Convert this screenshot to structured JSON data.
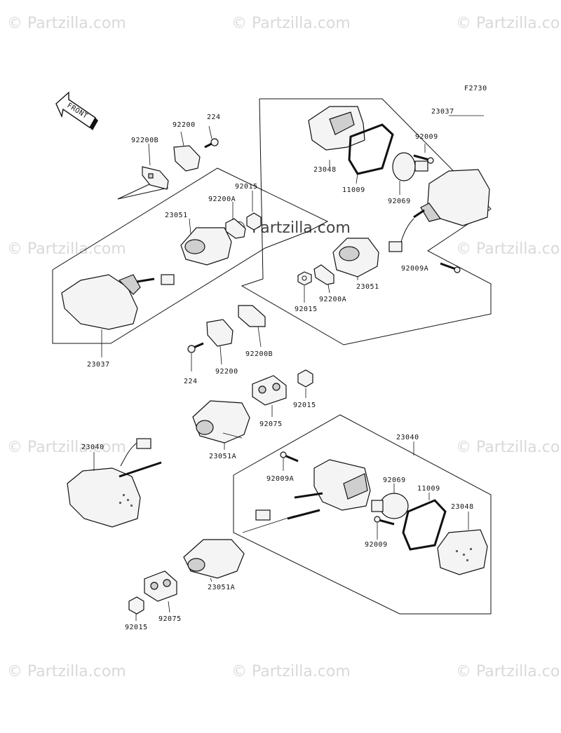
{
  "diagram_code": "F2730",
  "front_label": "FRONT",
  "watermark": "© Partzilla.com",
  "labels": {
    "a23037_top": "23037",
    "a92009_top": "92009",
    "a23048_top": "23048",
    "a11009_top": "11009",
    "a92069_top": "92069",
    "a92009A_top": "92009A",
    "a23051_right": "23051",
    "a92200A_right": "92200A",
    "a92015_right": "92015",
    "a92200B_right": "92200B",
    "a224_top": "224",
    "a92200_top": "92200",
    "a92200B_top": "92200B",
    "a92015_top": "92015",
    "a92200A_top": "92200A",
    "a23051_left": "23051",
    "a23037_left": "23037",
    "a92200_mid": "92200",
    "a224_mid": "224",
    "a92015_mid": "92015",
    "a92075_mid": "92075",
    "a23051A_mid": "23051A",
    "a23040_left": "23040",
    "a23040_right": "23040",
    "a92009A_bot": "92009A",
    "a92069_bot": "92069",
    "a11009_bot": "11009",
    "a23048_bot": "23048",
    "a92009_bot": "92009",
    "a23051A_bot": "23051A",
    "a92015_bot": "92015",
    "a92075_bot": "92075"
  }
}
